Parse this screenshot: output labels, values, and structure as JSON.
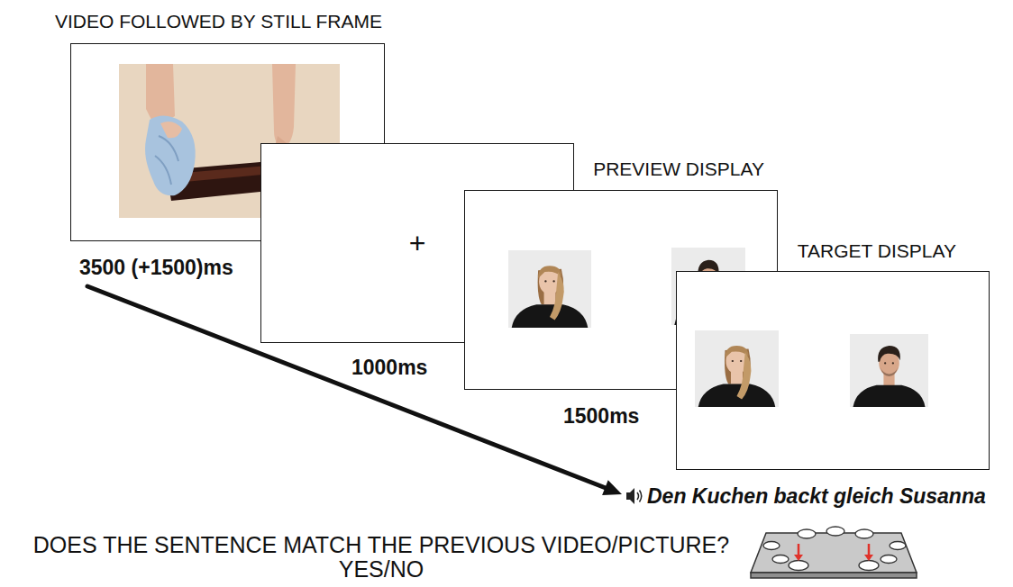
{
  "diagram": {
    "nodes": [
      {
        "text": [
          "VIDEO FOLLOWED BY STILL FRAME"
        ]
      },
      {
        "text": [
          "+"
        ]
      },
      {
        "text": [
          "PREVIEW DISPLAY"
        ]
      },
      {
        "text": [
          "TARGET DISPLAY"
        ]
      }
    ],
    "labels": [
      "3500 (+1500)ms",
      "1000ms",
      "1500ms",
      "Den Kuchen backt gleich Susanna",
      "DOES THE SENTENCE MATCH THE PREVIOUS VIDEO/PICTURE? YES/NO"
    ]
  }
}
